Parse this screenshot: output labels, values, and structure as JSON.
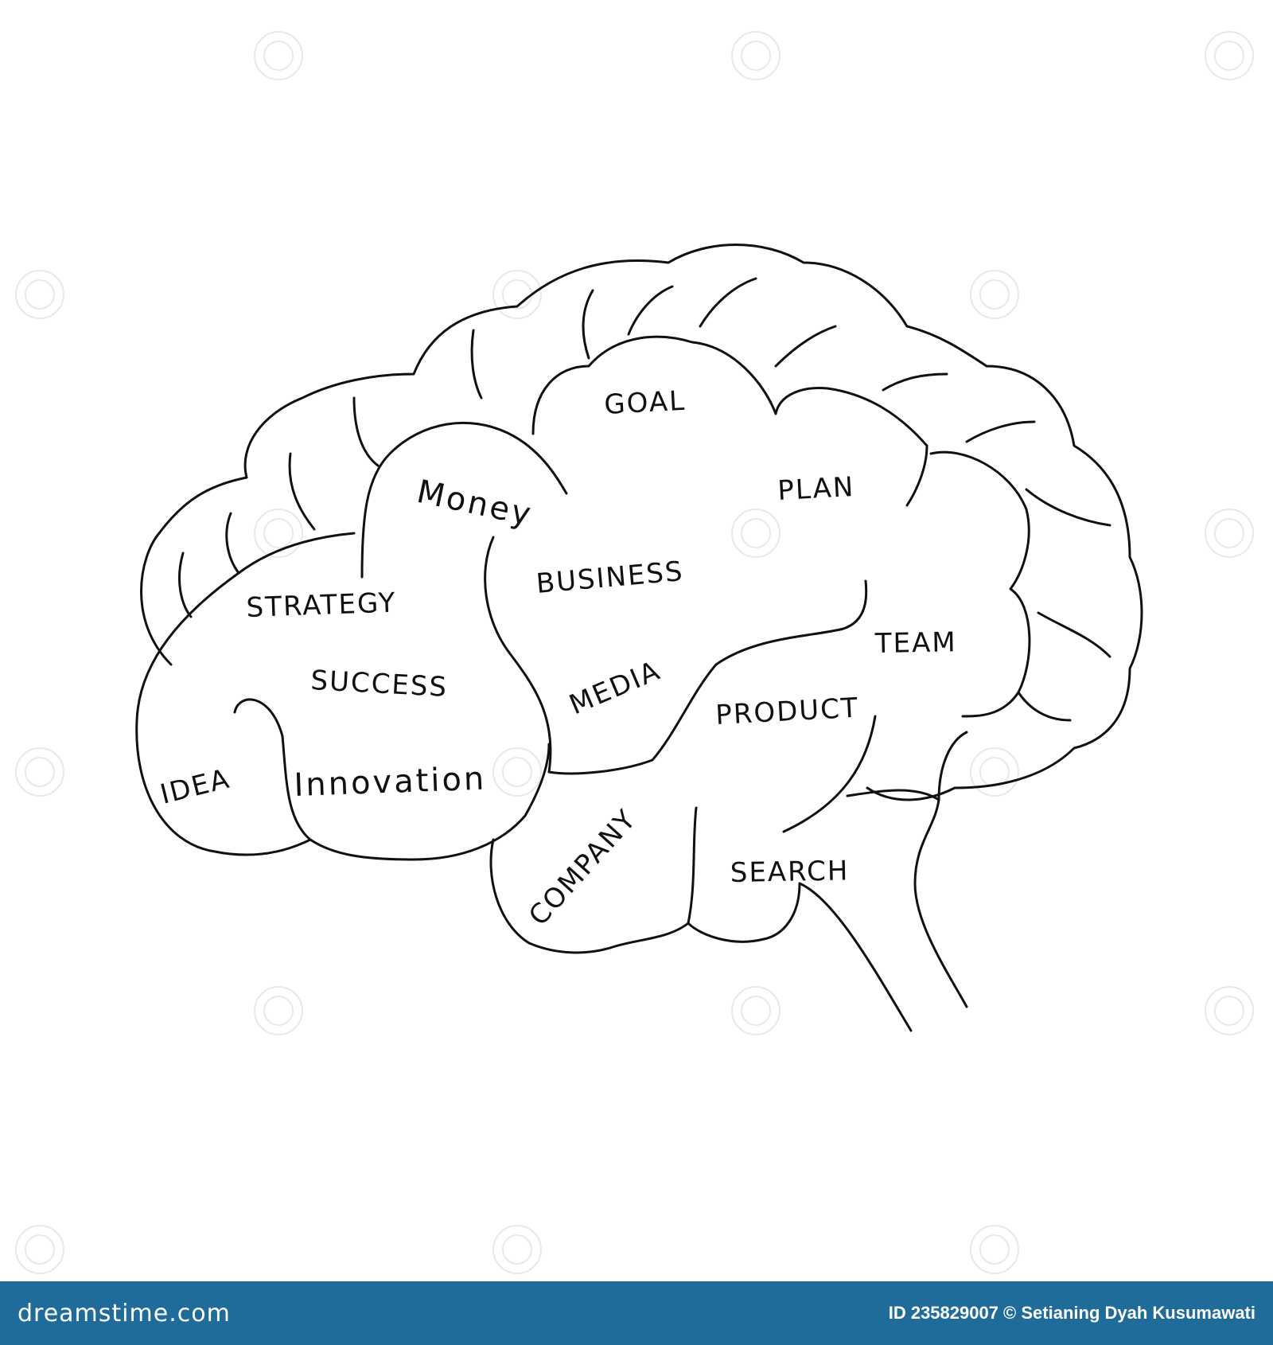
{
  "brain": {
    "words": [
      {
        "id": "goal",
        "text": "GOAL"
      },
      {
        "id": "money",
        "text": "Money"
      },
      {
        "id": "plan",
        "text": "PLAN"
      },
      {
        "id": "business",
        "text": "BUSINESS"
      },
      {
        "id": "strategy",
        "text": "STRATEGY"
      },
      {
        "id": "success",
        "text": "SUCCESS"
      },
      {
        "id": "team",
        "text": "TEAM"
      },
      {
        "id": "media",
        "text": "MEDIA"
      },
      {
        "id": "product",
        "text": "PRODUCT"
      },
      {
        "id": "idea",
        "text": "IDEA"
      },
      {
        "id": "innovation",
        "text": "Innovation"
      },
      {
        "id": "company",
        "text": "COMPANY"
      },
      {
        "id": "search",
        "text": "SEARCH"
      }
    ]
  },
  "footer": {
    "brand": "dreamstime.com",
    "credit": "ID 235829007 © Setianing Dyah Kusumawati",
    "color": "#1f6b99"
  }
}
